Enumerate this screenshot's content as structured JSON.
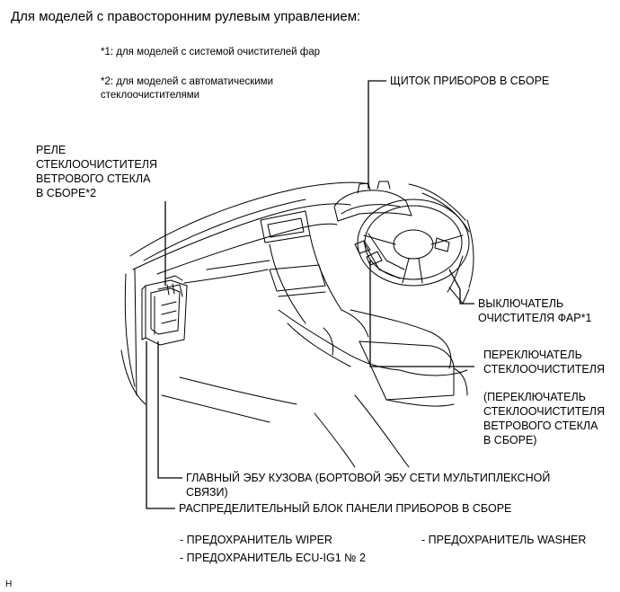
{
  "title": "Для моделей с правосторонним рулевым управлением:",
  "notes": [
    "*1: для моделей с системой очистителей фар",
    "*2: для моделей с автоматическими",
    "стеклоочистителями"
  ],
  "labels": {
    "relay": [
      "РЕЛЕ",
      "СТЕКЛООЧИСТИТЕЛЯ",
      "ВЕТРОВОГО СТЕКЛА",
      "В СБОРЕ*2"
    ],
    "combination_meter": "ЩИТОК ПРИБОРОВ В СБОРЕ",
    "headlamp_cleaner_switch": [
      "ВЫКЛЮЧАТЕЛЬ",
      "ОЧИСТИТЕЛЯ ФАР*1"
    ],
    "wiper_switch": [
      "ПЕРЕКЛЮЧАТЕЛЬ",
      "СТЕКЛООЧИСТИТЕЛЯ"
    ],
    "wiper_switch_alt": [
      "(ПЕРЕКЛЮЧАТЕЛЬ",
      "СТЕКЛООЧИСТИТЕЛЯ",
      "ВЕТРОВОГО СТЕКЛА",
      "В СБОРЕ)"
    ],
    "main_body_ecu": [
      "ГЛАВНЫЙ ЭБУ КУЗОВА (БОРТОВОЙ ЭБУ СЕТИ МУЛЬТИПЛЕКСНОЙ",
      "СВЯЗИ)"
    ],
    "junction_block": "РАСПРЕДЕЛИТЕЛЬНЫЙ БЛОК ПАНЕЛИ ПРИБОРОВ В СБОРЕ"
  },
  "fuses": {
    "wiper": "- ПРЕДОХРАНИТЕЛЬ WIPER",
    "washer": "- ПРЕДОХРАНИТЕЛЬ WASHER",
    "ecu_ig1": "- ПРЕДОХРАНИТЕЛЬ ECU-IG1 № 2"
  },
  "footer_mark": "Н"
}
